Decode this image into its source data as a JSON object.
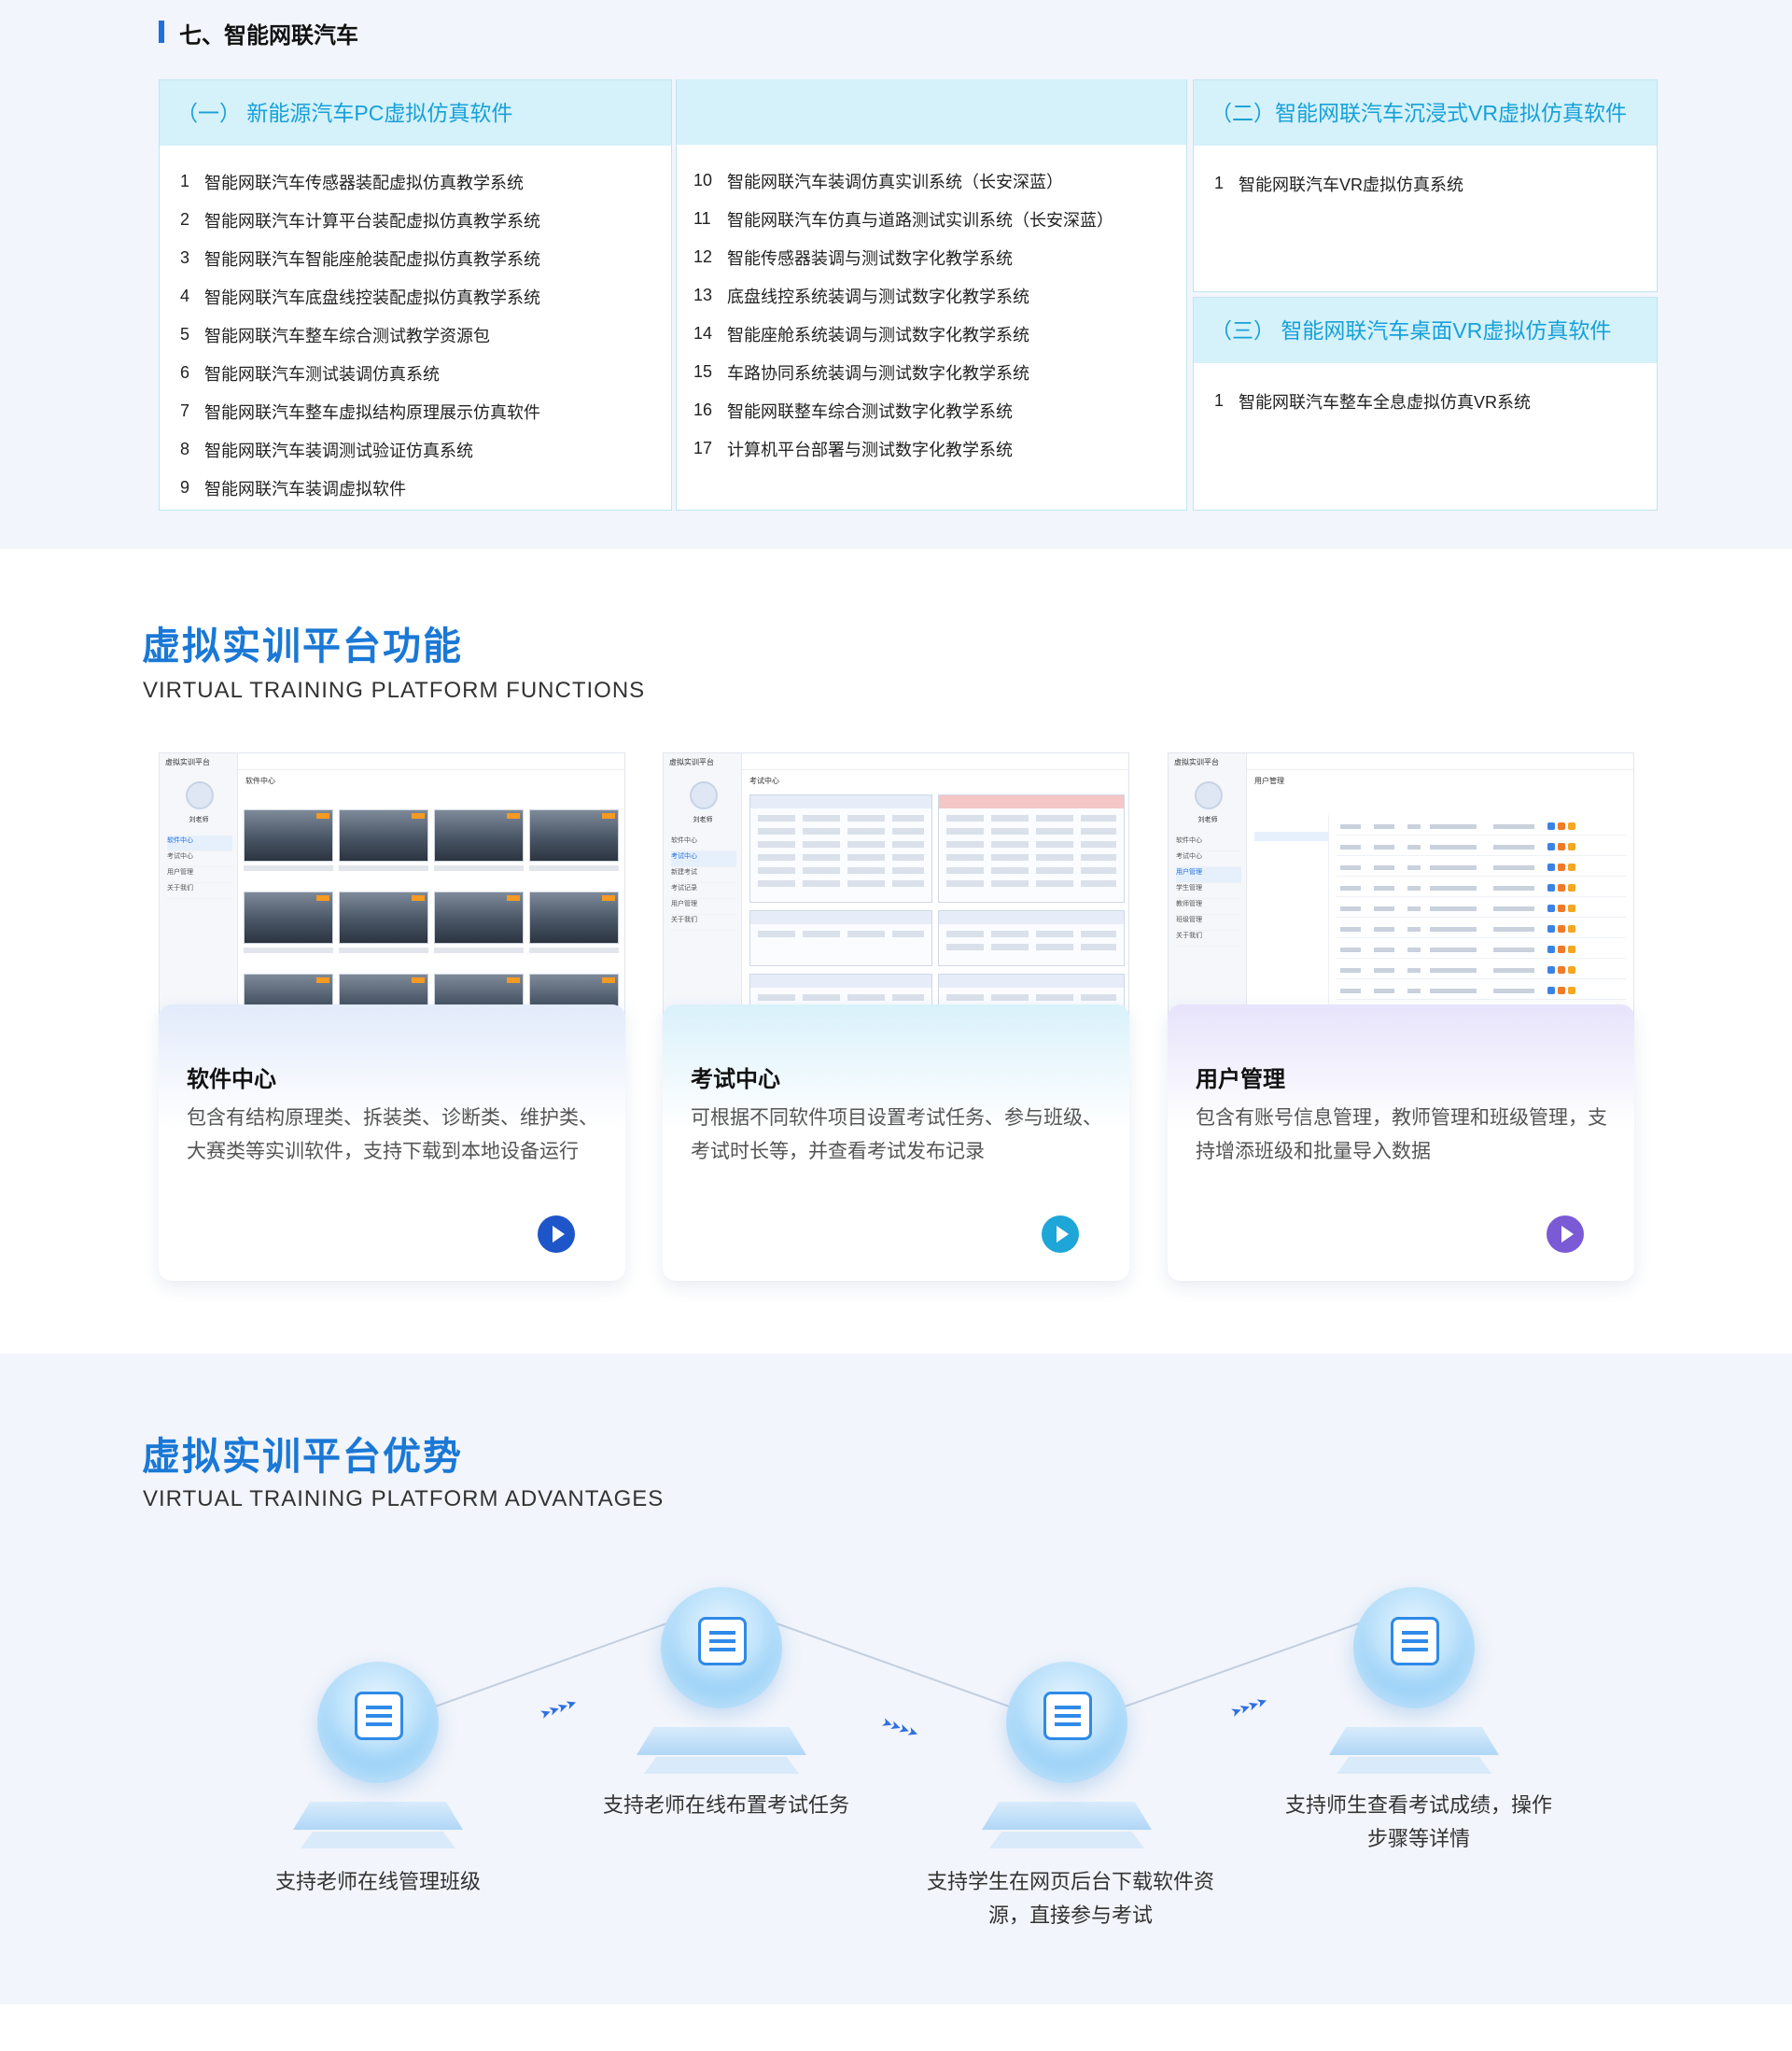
{
  "section1": {
    "title": "七、智能网联汽车",
    "pc": {
      "head": "（一）  新能源汽车PC虚拟仿真软件",
      "col1": [
        {
          "n": "1",
          "t": "智能网联汽车传感器装配虚拟仿真教学系统"
        },
        {
          "n": "2",
          "t": "智能网联汽车计算平台装配虚拟仿真教学系统"
        },
        {
          "n": "3",
          "t": "智能网联汽车智能座舱装配虚拟仿真教学系统"
        },
        {
          "n": "4",
          "t": "智能网联汽车底盘线控装配虚拟仿真教学系统"
        },
        {
          "n": "5",
          "t": "智能网联汽车整车综合测试教学资源包"
        },
        {
          "n": "6",
          "t": "智能网联汽车测试装调仿真系统"
        },
        {
          "n": "7",
          "t": "智能网联汽车整车虚拟结构原理展示仿真软件"
        },
        {
          "n": "8",
          "t": "智能网联汽车装调测试验证仿真系统"
        },
        {
          "n": "9",
          "t": "智能网联汽车装调虚拟软件"
        }
      ],
      "col2": [
        {
          "n": "10",
          "t": "智能网联汽车装调仿真实训系统（长安深蓝）"
        },
        {
          "n": "11",
          "t": "智能网联汽车仿真与道路测试实训系统（长安深蓝）"
        },
        {
          "n": "12",
          "t": "智能传感器装调与测试数字化教学系统"
        },
        {
          "n": "13",
          "t": "底盘线控系统装调与测试数字化教学系统"
        },
        {
          "n": "14",
          "t": "智能座舱系统装调与测试数字化教学系统"
        },
        {
          "n": "15",
          "t": "车路协同系统装调与测试数字化教学系统"
        },
        {
          "n": "16",
          "t": "智能网联整车综合测试数字化教学系统"
        },
        {
          "n": "17",
          "t": "计算机平台部署与测试数字化教学系统"
        }
      ]
    },
    "vr": {
      "head": "（二）智能网联汽车沉浸式VR虚拟仿真软件",
      "items": [
        {
          "n": "1",
          "t": "智能网联汽车VR虚拟仿真系统"
        }
      ]
    },
    "desk": {
      "head": "（三） 智能网联汽车桌面VR虚拟仿真软件",
      "items": [
        {
          "n": "1",
          "t": "智能网联汽车整车全息虚拟仿真VR系统"
        }
      ]
    }
  },
  "functions": {
    "title": "虚拟实训平台功能",
    "subtitle": "VIRTUAL TRAINING PLATFORM FUNCTIONS",
    "platform_name": "虚拟实训平台",
    "teacher": "刘老师",
    "cards": [
      {
        "title": "软件中心",
        "desc": "包含有结构原理类、拆装类、诊断类、维护类、大赛类等实训软件，支持下载到本地设备运行",
        "play_color": "#1e55c8",
        "page_head": "软件中心",
        "menu": [
          "软件中心",
          "考试中心",
          "用户管理",
          "关于我们"
        ]
      },
      {
        "title": "考试中心",
        "desc": "可根据不同软件项目设置考试任务、参与班级、考试时长等，并查看考试发布记录",
        "play_color": "#1ea6d8",
        "page_head": "考试中心",
        "menu": [
          "软件中心",
          "考试中心",
          "新建考试",
          "考试记录",
          "用户管理",
          "关于我们"
        ]
      },
      {
        "title": "用户管理",
        "desc": "包含有账号信息管理，教师管理和班级管理，支持增添班级和批量导入数据",
        "play_color": "#7b5ad6",
        "page_head": "用户管理",
        "menu": [
          "软件中心",
          "考试中心",
          "用户管理",
          "学生管理",
          "教师管理",
          "班级管理",
          "关于我们"
        ]
      }
    ]
  },
  "advantages": {
    "title": "虚拟实训平台优势",
    "subtitle": "VIRTUAL TRAINING PLATFORM ADVANTAGES",
    "items": [
      {
        "text": "支持老师在线管理班级",
        "icon": "teacher-board-icon"
      },
      {
        "text": "支持老师在线布置考试任务",
        "icon": "edit-document-icon"
      },
      {
        "text": "支持学生在网页后台下载软件资源，直接参与考试",
        "icon": "download-icon"
      },
      {
        "text": "支持师生查看考试成绩，操作步骤等详情",
        "icon": "search-document-icon"
      }
    ]
  }
}
